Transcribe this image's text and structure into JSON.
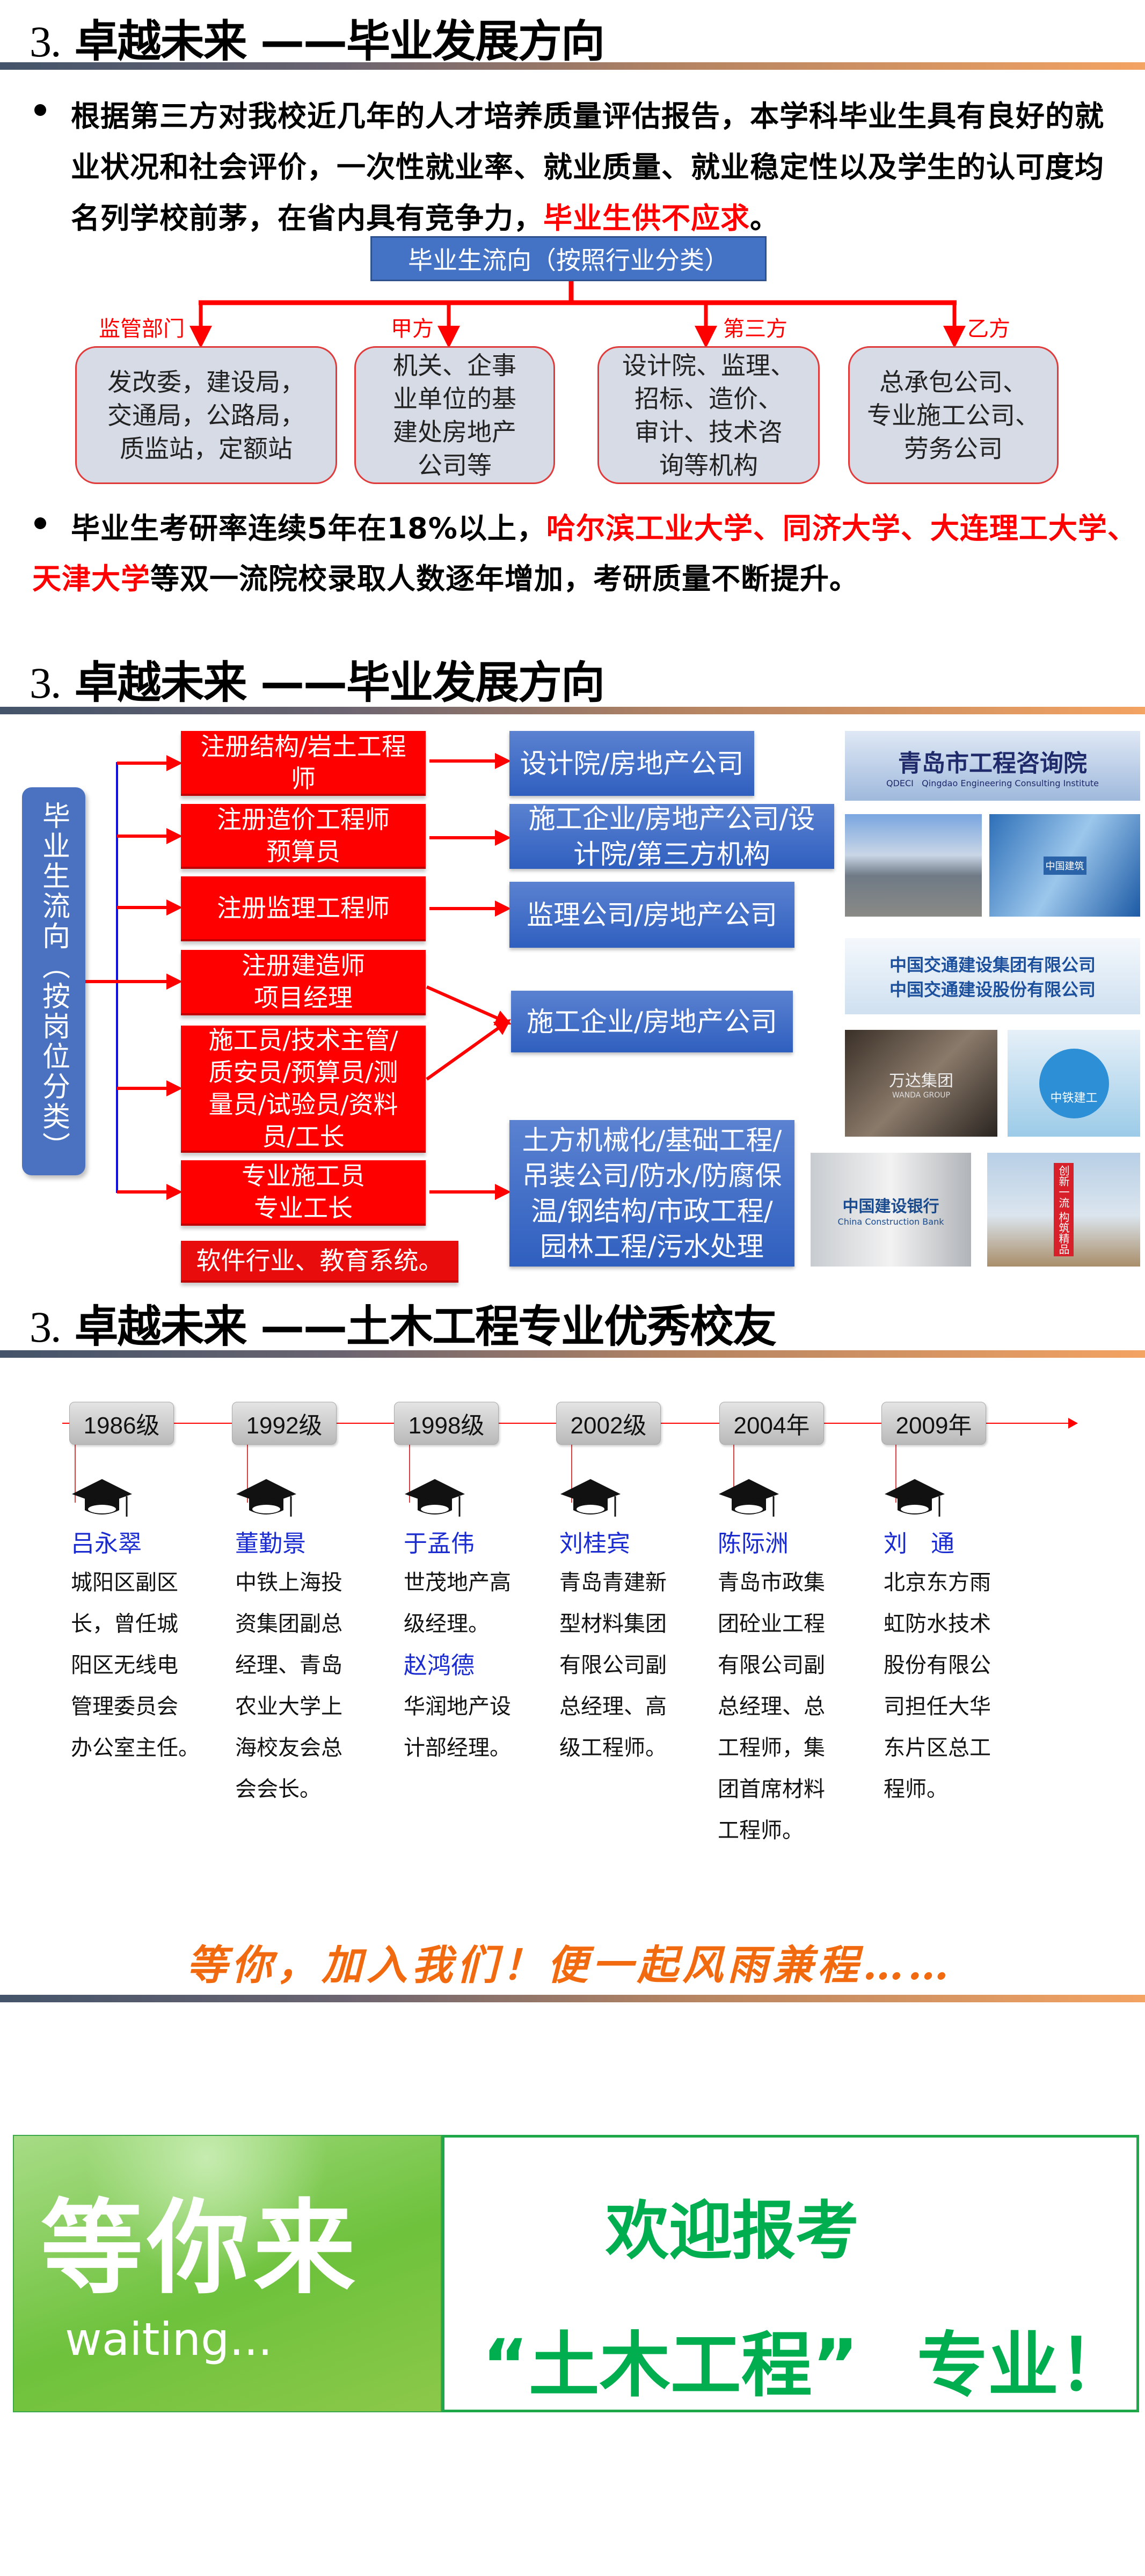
{
  "section1": {
    "title_num": "3.",
    "title": "卓越未来 ——毕业发展方向",
    "bullet1_lines": [
      "根据第三方对我校近几年的人才培养质量评估报告，本学科毕业生具有良好的就",
      "业状况和社会评价，一次性就业率、就业质量、就业稳定性以及学生的认可度均",
      "名列学校前茅，在省内具有竞争力，"
    ],
    "bullet1_highlight": "毕业生供不应求",
    "bullet1_end": "。",
    "chart_title": "毕业生流向（按照行业分类）",
    "categories": [
      {
        "label": "监管部门",
        "lines": [
          "发改委，建设局，",
          "交通局，公路局，",
          "质监站，定额站"
        ]
      },
      {
        "label": "甲方",
        "lines": [
          "机关、企事",
          "业单位的基",
          "建处房地产",
          "公司等"
        ]
      },
      {
        "label": "第三方",
        "lines": [
          "设计院、监理、",
          "招标、造价、",
          "审计、技术咨",
          "询等机构"
        ]
      },
      {
        "label": "乙方",
        "lines": [
          "总承包公司、",
          "专业施工公司、",
          "劳务公司"
        ]
      }
    ],
    "bullet2_line1": "毕业生考研率连续5年在18%以上，",
    "bullet2_red1": "哈尔滨工业大学、同济大学、大连理工大学、",
    "bullet2_red2": "天津大学",
    "bullet2_line2": "等双一流院校录取人数逐年增加，考研质量不断提升。"
  },
  "section2": {
    "title_num": "3.",
    "title": "卓越未来 ——毕业发展方向",
    "root": "毕业生流向（按岗位分类）",
    "positions": [
      {
        "lines": [
          "注册结构/岩土工程",
          "师"
        ]
      },
      {
        "lines": [
          "注册造价工程师",
          "预算员"
        ]
      },
      {
        "lines": [
          "注册监理工程师"
        ]
      },
      {
        "lines": [
          "注册建造师",
          "项目经理"
        ]
      },
      {
        "lines": [
          "施工员/技术主管/",
          "质安员/预算员/测",
          "量员/试验员/资料",
          "员/工长"
        ]
      },
      {
        "lines": [
          "专业施工员",
          "专业工长"
        ]
      },
      {
        "lines": [
          "软件行业、教育系统。"
        ]
      }
    ],
    "employers": [
      {
        "lines": [
          "设计院/房地产公司"
        ]
      },
      {
        "lines": [
          "施工企业/房地产公司/设",
          "计院/第三方机构"
        ]
      },
      {
        "lines": [
          "监理公司/房地产公司"
        ]
      },
      {
        "lines": [
          "施工企业/房地产公司"
        ]
      },
      {
        "lines": [
          "土方机械化/基础工程/",
          "吊装公司/防水/防腐保",
          "温/钢结构/市政工程/",
          "园林工程/污水处理"
        ]
      }
    ],
    "logos": {
      "qdeci_cn": "青岛市工程咨询院",
      "qdeci_abbr": "QDECI",
      "qdeci_en": "Qingdao Engineering Consulting Institute",
      "cscec": "中国建筑",
      "cccc1": "中国交通建设集团有限公司",
      "cccc2": "中国交通建设股份有限公司",
      "wanda": "万达集团",
      "wanda_en": "WANDA GROUP",
      "crcc": "中铁建工",
      "ccb_cn": "中国建设银行",
      "ccb_en": "China Construction Bank",
      "gate": "创新一流 构筑精品"
    }
  },
  "section3": {
    "title_num": "3.",
    "title": "卓越未来 ——土木工程专业优秀校友",
    "alumni": [
      {
        "year": "1986级",
        "name": "吕永翠",
        "desc": [
          "城阳区副区",
          "长，曾任城",
          "阳区无线电",
          "管理委员会",
          "办公室主任。"
        ]
      },
      {
        "year": "1992级",
        "name": "董勤景",
        "desc": [
          "中铁上海投",
          "资集团副总",
          "经理、青岛",
          "农业大学上",
          "海校友会总",
          "会会长。"
        ]
      },
      {
        "year": "1998级",
        "name": "于孟伟",
        "desc": [
          "世茂地产高",
          "级经理。"
        ],
        "name2": "赵鸿德",
        "desc2": [
          "华润地产设",
          "计部经理。"
        ]
      },
      {
        "year": "2002级",
        "name": "刘桂宾",
        "desc": [
          "青岛青建新",
          "型材料集团",
          "有限公司副",
          "总经理、高",
          "级工程师。"
        ]
      },
      {
        "year": "2004年",
        "name": "陈际洲",
        "desc": [
          "青岛市政集",
          "团砼业工程",
          "有限公司副",
          "总经理、总",
          "工程师，集",
          "团首席材料",
          "工程师。"
        ]
      },
      {
        "year": "2009年",
        "name": "刘　通",
        "desc": [
          "北京东方雨",
          "虹防水技术",
          "股份有限公",
          "司担任大华",
          "东片区总工",
          "程师。"
        ]
      }
    ]
  },
  "section4": {
    "slogan": "等你，加入我们！便一起风雨兼程……",
    "banner_cn": "等你来",
    "banner_en": "waiting...",
    "welcome1": "欢迎报考",
    "welcome2": "“土木工程”",
    "welcome3": "专业！"
  },
  "colors": {
    "red": "#ff0000",
    "blue": "#4472c4",
    "orange": "#f26a10",
    "green": "#00ad4f",
    "name_blue": "#1a2bd0"
  }
}
